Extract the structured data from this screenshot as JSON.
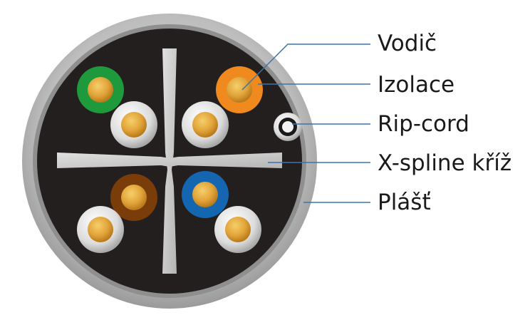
{
  "labels": [
    {
      "id": "conductor",
      "text": "Vodič"
    },
    {
      "id": "insulation",
      "text": "Izolace"
    },
    {
      "id": "rip-cord",
      "text": "Rip-cord"
    },
    {
      "id": "x-spline",
      "text": "X-spline kříž"
    },
    {
      "id": "jacket",
      "text": "Plášť"
    }
  ],
  "colors": {
    "jacket_outer": "#c7c7c7",
    "jacket_inner": "#8f8f8f",
    "core": "#241f1f",
    "spline": "#cfcfcf",
    "copper": "#e2a43a",
    "leader": "#3c74a8",
    "pair_green": "#1e9a3c",
    "pair_orange": "#f08a1e",
    "pair_brown": "#7a3d0a",
    "pair_blue": "#1466b0",
    "pair_white": "#dcdcdc"
  },
  "conductors": [
    {
      "name": "green",
      "color_key": "pair_green"
    },
    {
      "name": "white-green",
      "color_key": "pair_white"
    },
    {
      "name": "orange",
      "color_key": "pair_orange"
    },
    {
      "name": "white-orange",
      "color_key": "pair_white"
    },
    {
      "name": "brown",
      "color_key": "pair_brown"
    },
    {
      "name": "white-brown",
      "color_key": "pair_white"
    },
    {
      "name": "blue",
      "color_key": "pair_blue"
    },
    {
      "name": "white-blue",
      "color_key": "pair_white"
    }
  ]
}
